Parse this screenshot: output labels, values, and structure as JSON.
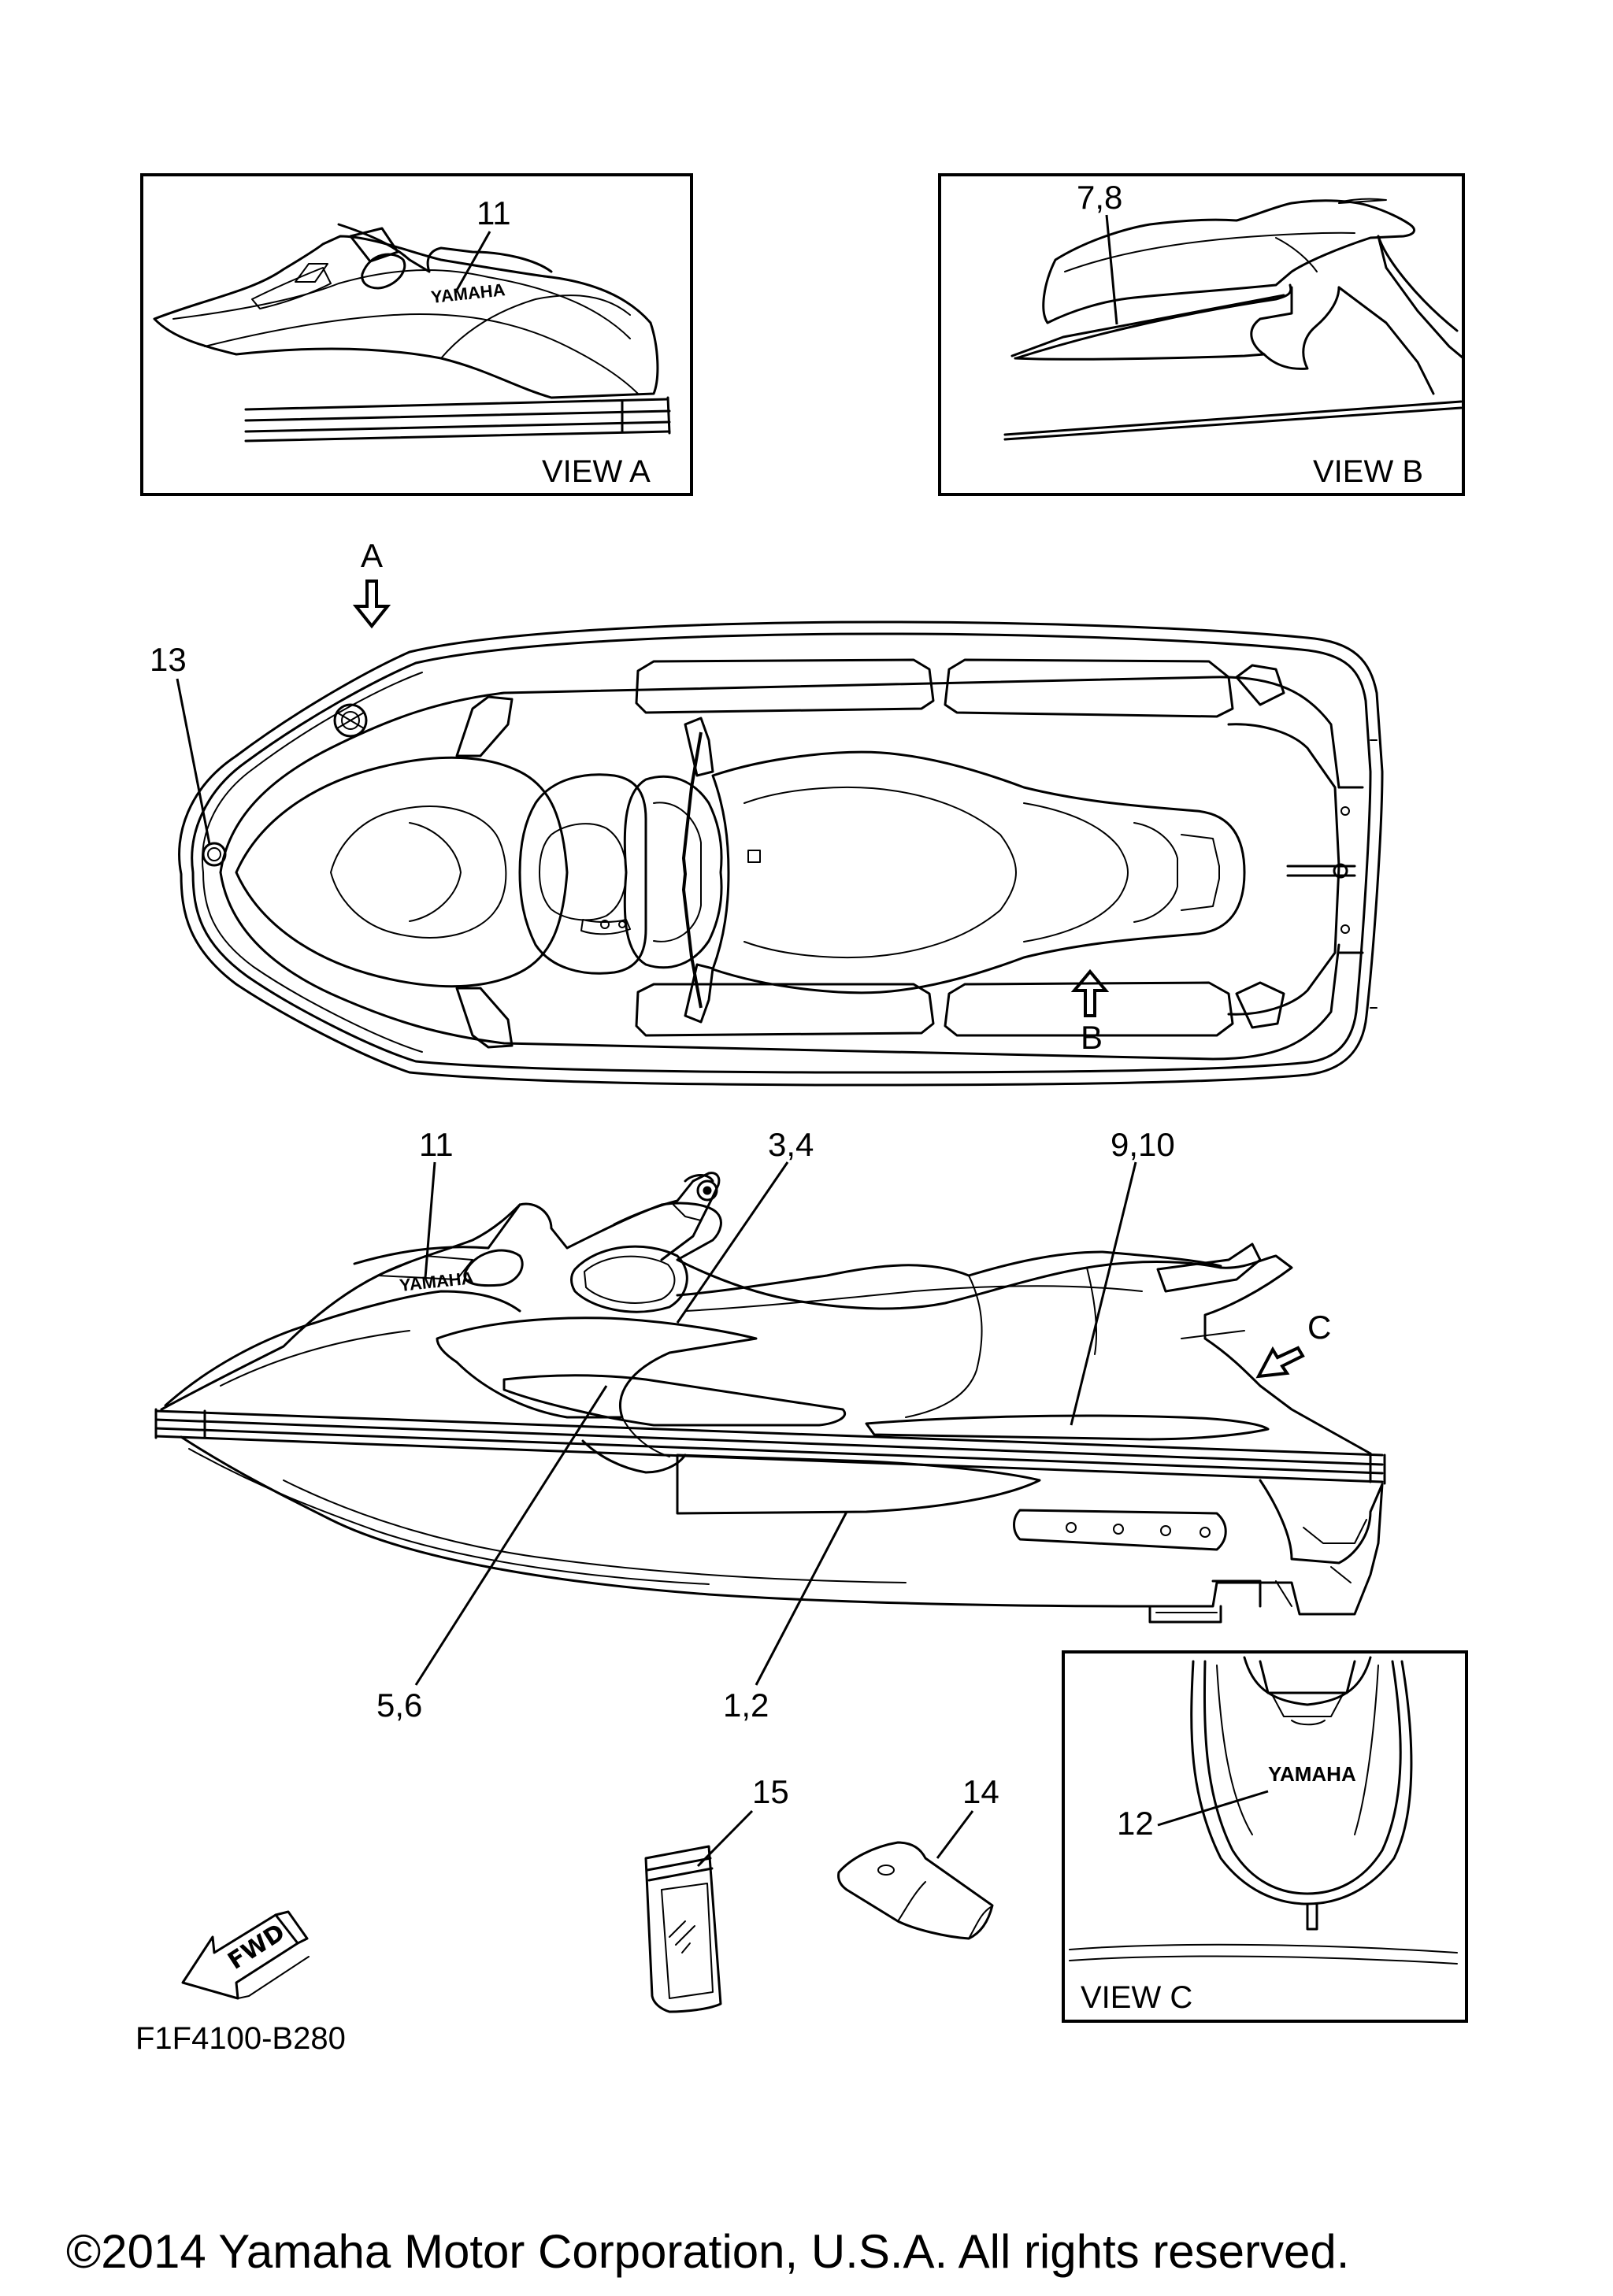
{
  "diagram": {
    "part_code": "F1F4100-B280",
    "copyright": "©2014 Yamaha Motor Corporation, U.S.A. All rights reserved.",
    "views": {
      "view_a": "VIEW A",
      "view_b": "VIEW B",
      "view_c": "VIEW C"
    },
    "arrows": {
      "a": "A",
      "b": "B",
      "c": "C",
      "fwd": "FWD"
    },
    "brand_marks": [
      "YAMAHA",
      "YAMAHA",
      "YAMAHA"
    ],
    "callouts": [
      {
        "id": "11",
        "label": "11",
        "where": "view-a"
      },
      {
        "id": "7-8",
        "label": "7,8",
        "where": "view-b"
      },
      {
        "id": "13",
        "label": "13",
        "where": "top-view"
      },
      {
        "id": "11b",
        "label": "11",
        "where": "side-view"
      },
      {
        "id": "3-4",
        "label": "3,4",
        "where": "side-view"
      },
      {
        "id": "9-10",
        "label": "9,10",
        "where": "side-view"
      },
      {
        "id": "5-6",
        "label": "5,6",
        "where": "side-view"
      },
      {
        "id": "1-2",
        "label": "1,2",
        "where": "side-view"
      },
      {
        "id": "12",
        "label": "12",
        "where": "view-c"
      },
      {
        "id": "15",
        "label": "15",
        "where": "manual-pouch"
      },
      {
        "id": "14",
        "label": "14",
        "where": "cover"
      }
    ]
  }
}
